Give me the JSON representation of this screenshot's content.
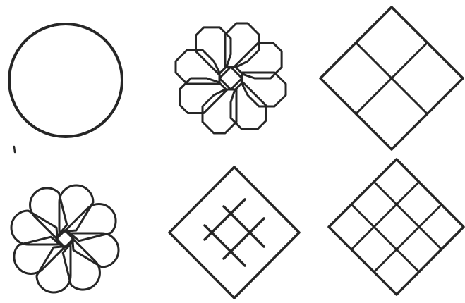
{
  "figure": {
    "stroke_color": "#262626",
    "background_color": "#ffffff",
    "shapes": [
      {
        "id": "circle",
        "kind": "circle"
      },
      {
        "id": "octagon-flower",
        "kind": "flower",
        "petal_style": "octagonal",
        "petals": 8
      },
      {
        "id": "diamond-2x2",
        "kind": "diamond-grid",
        "divisions": 2
      },
      {
        "id": "round-flower",
        "kind": "flower",
        "petal_style": "rounded",
        "petals": 8
      },
      {
        "id": "diamond-hash",
        "kind": "diamond-hash"
      },
      {
        "id": "diamond-3x3",
        "kind": "diamond-grid",
        "divisions": 3
      }
    ]
  }
}
